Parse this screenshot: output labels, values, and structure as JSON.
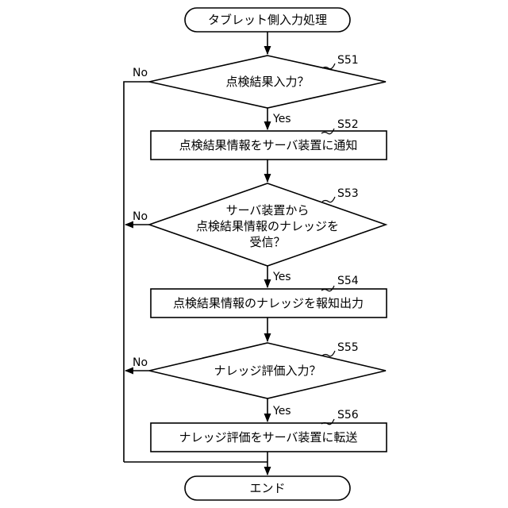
{
  "start": "タブレット側入力処理",
  "end": "エンド",
  "steps": {
    "s51": {
      "label": "S51",
      "text": [
        "点検結果入力？"
      ]
    },
    "s52": {
      "label": "S52",
      "text": [
        "点検結果情報をサーバ装置に通知"
      ]
    },
    "s53": {
      "label": "S53",
      "text": [
        "サーバ装置から",
        "点検結果情報のナレッジを",
        "受信？"
      ]
    },
    "s54": {
      "label": "S54",
      "text": [
        "点検結果情報のナレッジを報知出力"
      ]
    },
    "s55": {
      "label": "S55",
      "text": [
        "ナレッジ評価入力？"
      ]
    },
    "s56": {
      "label": "S56",
      "text": [
        "ナレッジ評価をサーバ装置に転送"
      ]
    }
  },
  "yes_label": "Yes",
  "no_label": "No"
}
